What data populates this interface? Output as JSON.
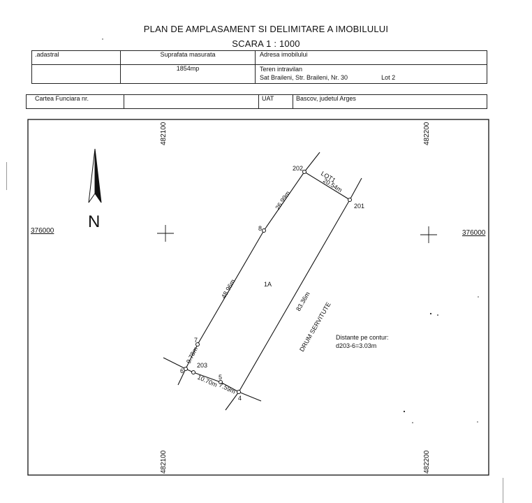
{
  "header": {
    "title": "PLAN DE AMPLASAMENT SI DELIMITARE A IMOBILULUI",
    "scale": "SCARA  1 : 1000"
  },
  "info_table": {
    "cadastral_label": ".adastral",
    "area_label": "Suprafata masurata",
    "area_value": "1854mp",
    "address_label": "Adresa imobilului",
    "address_line1": "Teren intravilan",
    "address_line2": "Sat Braileni, Str. Braileni, Nr. 30",
    "lot": "Lot 2"
  },
  "registry_table": {
    "carte_label": "Cartea Funciara nr.",
    "uat_label": "UAT",
    "uat_value": "Bascov, judetul Arges"
  },
  "plan": {
    "grid_x_left": "482100",
    "grid_x_right": "482200",
    "grid_y": "376000",
    "north": "N",
    "parcel_label": "1A",
    "lot1_label": "LOT1",
    "road_label": "DRUM SERVITUTE",
    "note_title": "Distante pe contur:",
    "note_value": "d203-6=3.03m",
    "points": {
      "p202": "202",
      "p201": "201",
      "p8": "8",
      "p7": "7",
      "p6": "6",
      "p203": "203",
      "p5": "5",
      "p4": "4"
    },
    "distances": {
      "d202_201": "20.54m",
      "d8_202": "26.99m",
      "d7_8": "48.96m",
      "d201_4": "83.36m",
      "d203_7": "9.78m",
      "d203_5": "10.70m",
      "d5_4": "7.59m"
    }
  }
}
